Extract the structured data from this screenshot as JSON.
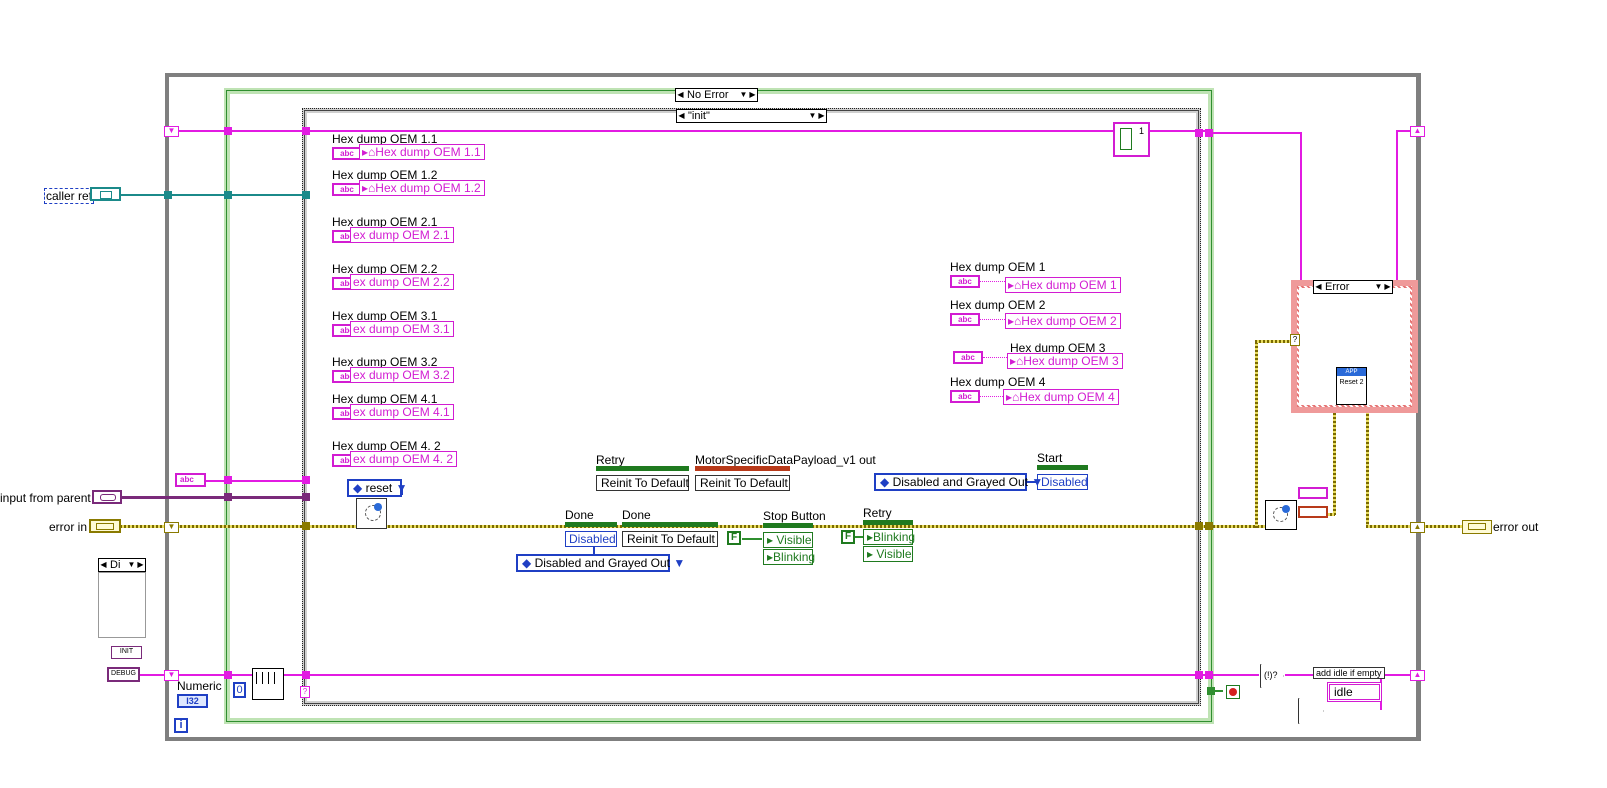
{
  "structures": {
    "outer_case_selector": "No Error",
    "inner_case_selector": "\"init\"",
    "error_case_selector": "Error",
    "shift_register_label": "Di"
  },
  "left_inputs": {
    "caller_ref": "caller ref",
    "input_from_parent": "input from parent",
    "error_in": "error in",
    "init_const": "INIT",
    "debug_const": "DEBUG",
    "numeric_label": "Numeric",
    "numeric_type": "I32",
    "iteration_terminal": "i"
  },
  "hex_dumps_left": [
    {
      "label": "Hex dump OEM 1.1",
      "value": "Hex dump OEM 1.1"
    },
    {
      "label": "Hex dump OEM 1.2",
      "value": "Hex dump OEM 1.2"
    },
    {
      "label": "Hex dump OEM 2.1",
      "value": "ex dump OEM 2.1"
    },
    {
      "label": "Hex dump OEM 2.2",
      "value": "ex dump OEM 2.2"
    },
    {
      "label": "Hex dump OEM 3.1",
      "value": "ex dump OEM 3.1"
    },
    {
      "label": "Hex dump OEM 3.2",
      "value": "ex dump OEM 3.2"
    },
    {
      "label": "Hex dump OEM 4.1",
      "value": "ex dump OEM 4.1"
    },
    {
      "label": "Hex dump OEM 4. 2",
      "value": "ex dump OEM 4. 2"
    }
  ],
  "hex_dumps_right": [
    {
      "label": "Hex dump OEM 1",
      "value": "Hex dump OEM 1"
    },
    {
      "label": "Hex dump OEM 2",
      "value": "Hex dump OEM 2"
    },
    {
      "label": "Hex dump OEM 3",
      "value": "Hex dump OEM 3"
    },
    {
      "label": "Hex dump OEM 4",
      "value": "Hex dump OEM 4"
    }
  ],
  "string_glyph": "abc",
  "reset_enum": "reset",
  "property_nodes": {
    "retry_top": {
      "label": "Retry",
      "value": "Reinit To Default"
    },
    "motor_payload": {
      "label": "MotorSpecificDataPayload_v1 out",
      "value": "Reinit To Default"
    },
    "start": {
      "label": "Start",
      "value": "Disabled"
    },
    "start_enum": "Disabled and Grayed Out",
    "done_1": {
      "label": "Done",
      "value": "Disabled"
    },
    "done_2": {
      "label": "Done",
      "value": "Reinit To Default"
    },
    "done_enum": "Disabled and Grayed Out",
    "stop_button": {
      "label": "Stop Button",
      "visible": "Visible",
      "blinking": "Blinking"
    },
    "retry_bottom": {
      "label": "Retry",
      "blinking": "Blinking",
      "visible": "Visible"
    },
    "false_const": "F"
  },
  "right_side": {
    "error_out": "error out",
    "add_idle": "add idle if empty",
    "idle": "idle",
    "reset_node": "Reset 2",
    "app_label": "APP",
    "count_one": "1",
    "zero_const": "0"
  }
}
